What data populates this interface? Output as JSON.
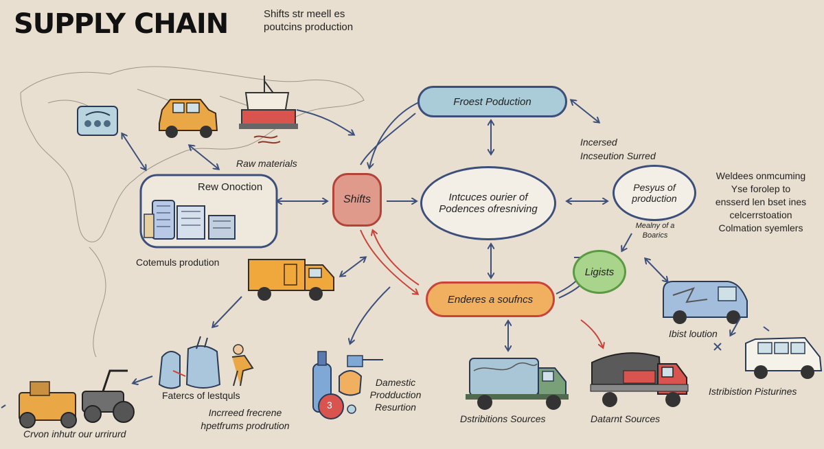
{
  "header": {
    "title": "SUPPLY CHAIN",
    "subtitle_line1": "Shifts str meell es",
    "subtitle_line2": "poutcins production"
  },
  "nodes": {
    "froest_production": "Froest Poduction",
    "shifts": "Shifts",
    "center_oval_line1": "Intcuces ourier of",
    "center_oval_line2": "Podences ofresniving",
    "enderes": "Enderes a soufncs",
    "pesyus_line1": "Pesyus of",
    "pesyus_line2": "production",
    "ligists": "Ligists",
    "rew_onoction": "Rew Onoction"
  },
  "labels": {
    "raw_materials": "Raw materials",
    "increased_line1": "Incersed",
    "increased_line2": "Incseution Surred",
    "weldees_line1": "Weldees onmcuming",
    "weldees_line2": "Yse forolep to",
    "weldees_line3": "ensserd len bset ines",
    "weldees_line4": "celcerrstoation",
    "weldees_line5": "Colmation syemlers",
    "mealny_line1": "Mealny of a",
    "mealny_line2": "Boarics",
    "cotemuls": "Cotemuls prodution",
    "fatercs": "Fatercs of lestquls",
    "incrreed_line1": "Incrreed frecrene",
    "incrreed_line2": "hpetfrums prodrution",
    "crvon": "Crvon inhutr our urrirurd",
    "damestic_line1": "Damestic",
    "damestic_line2": "Prodduction",
    "damestic_line3": "Resurtion",
    "dstribitions": "Dstribitions Sources",
    "datarnt": "Datarnt Sources",
    "ibist": "Ibist loution",
    "istribistion": "Istribistion Pisturines",
    "badge_3": "3"
  },
  "colors": {
    "background": "#e8dfd0",
    "froest_fill": "#a9ccd8",
    "shifts_fill": "#e09a8c",
    "enderes_fill": "#f0b060",
    "ligists_fill": "#a8d48c",
    "arrow_blue": "#3c4f7a",
    "arrow_red": "#c8443a"
  },
  "icons": [
    "world-map-icon",
    "monitor-icon",
    "car-icon",
    "boat-icon",
    "building-icon",
    "truck-icon",
    "bags-icon",
    "worker-icon",
    "bottles-icon",
    "tractor-icon",
    "box-truck-icon",
    "dump-truck-icon",
    "van-icon",
    "suv-icon"
  ]
}
